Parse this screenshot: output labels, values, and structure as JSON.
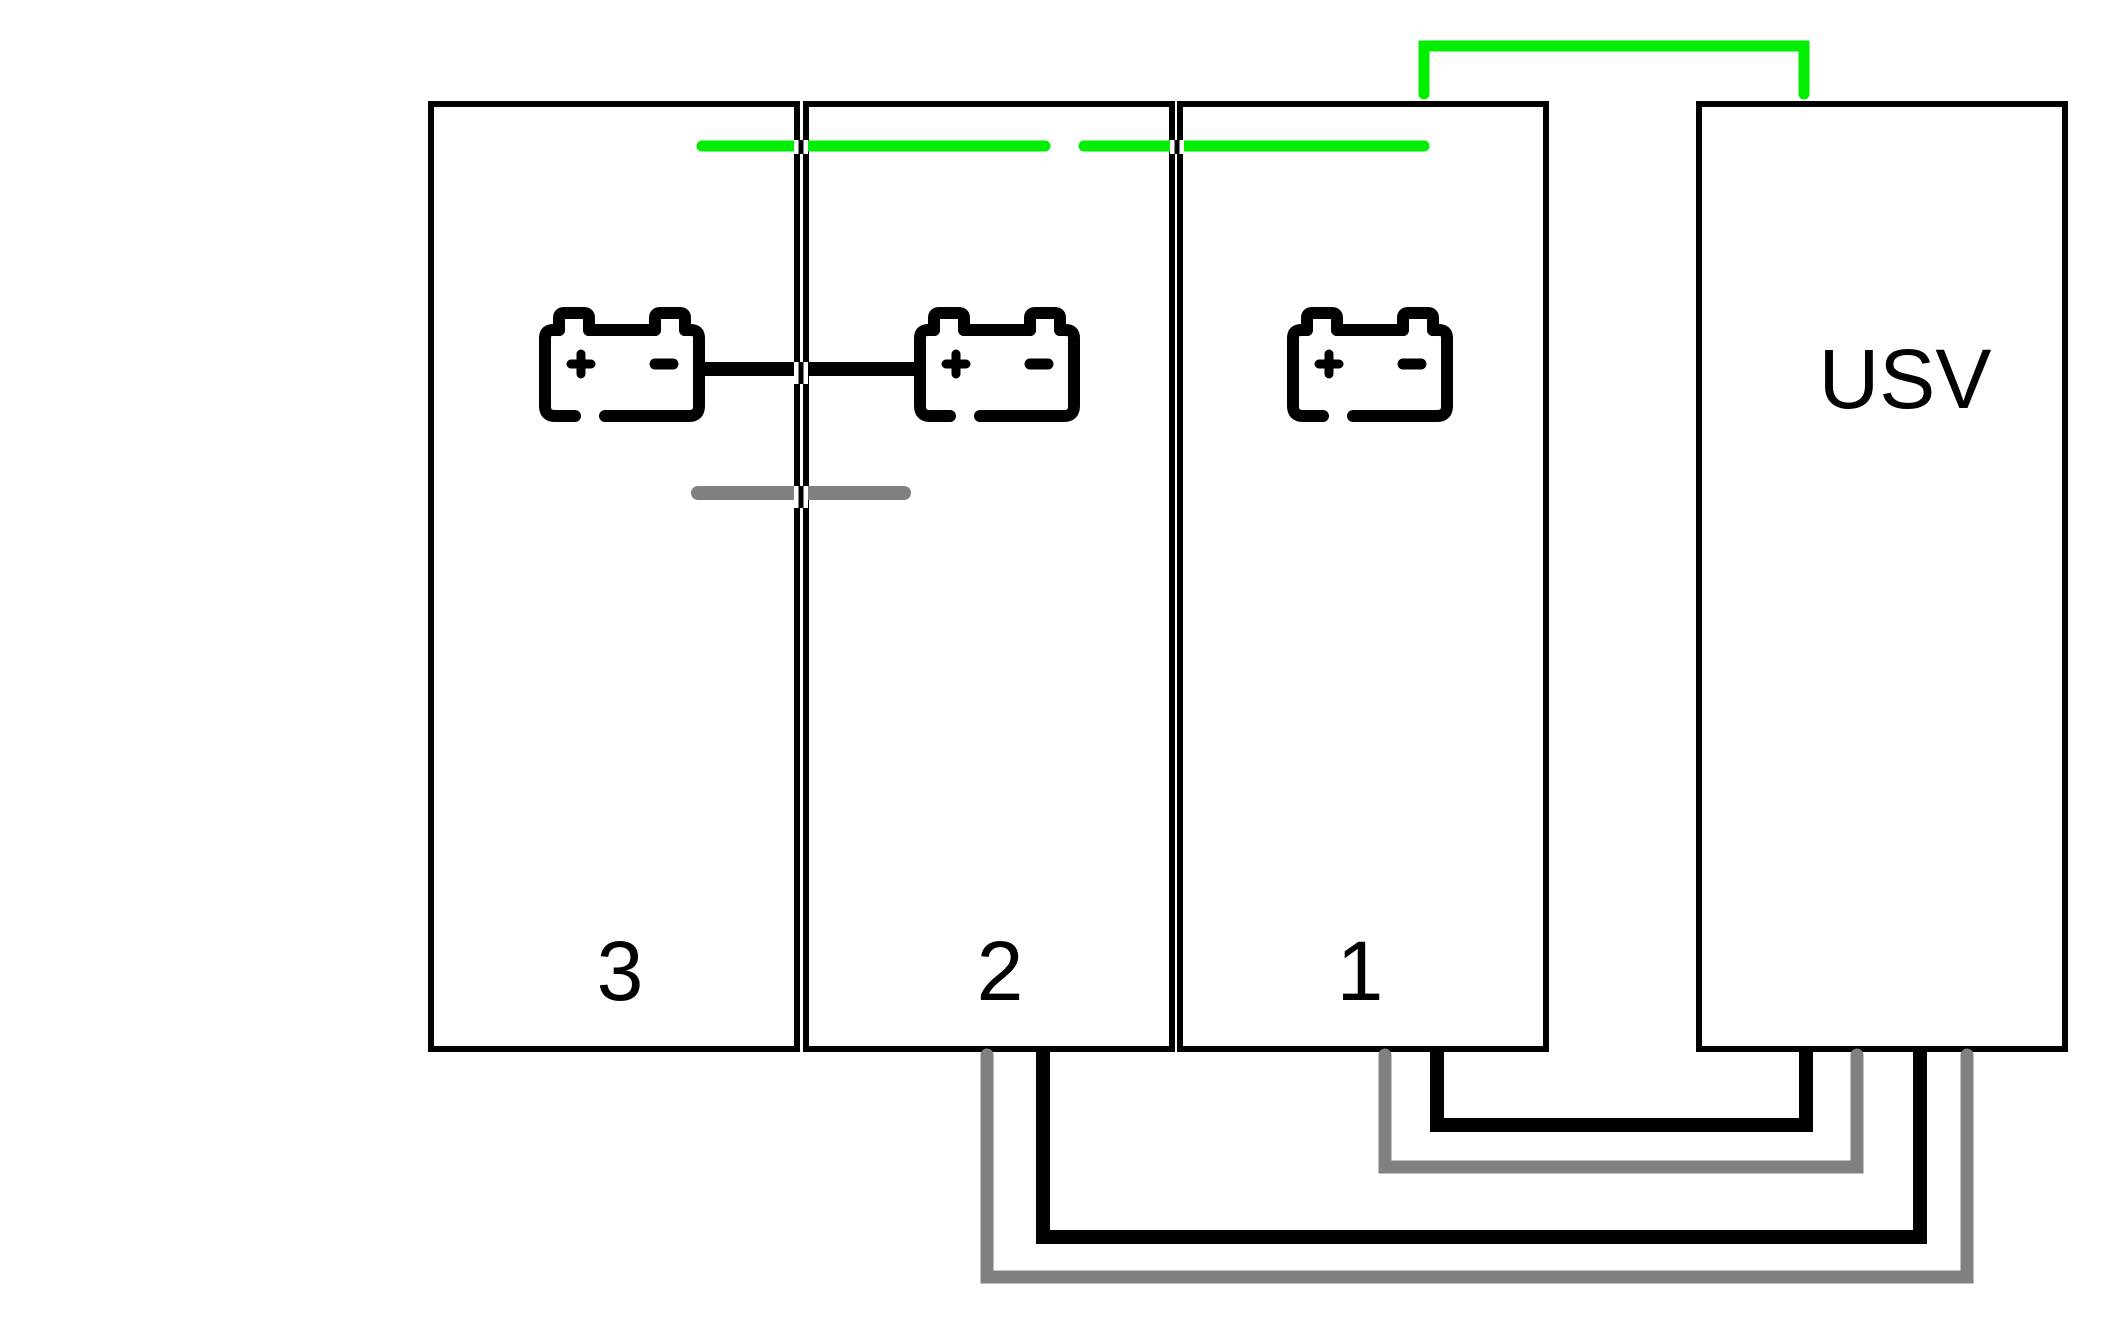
{
  "cabinets": [
    {
      "label": "3"
    },
    {
      "label": "2"
    },
    {
      "label": "1"
    }
  ],
  "ups": {
    "label": "USV"
  },
  "colors": {
    "outline": "#000000",
    "signal_wire": "#00ee00",
    "ground_wire": "#808080",
    "power_wire": "#000000",
    "background": "#ffffff"
  },
  "icons": [
    "battery-icon",
    "battery-icon",
    "battery-icon"
  ]
}
